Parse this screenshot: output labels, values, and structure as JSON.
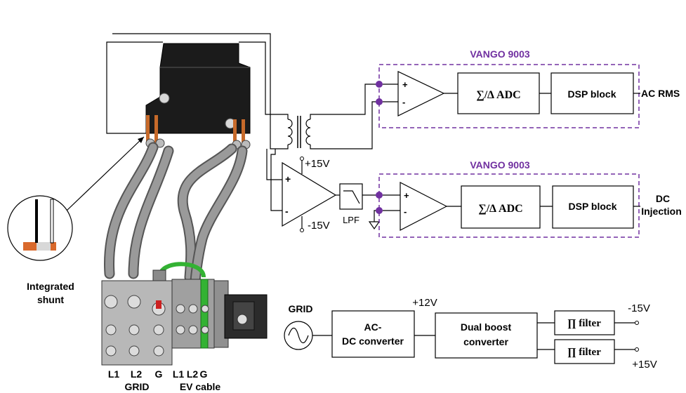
{
  "colors": {
    "vango_purple": "#7030a0",
    "node_purple": "#7030a0",
    "green_wire": "#33b233",
    "copper": "#d9692c",
    "connector_black": "#1a1a1a",
    "cable_gray": "#8c8c8c"
  },
  "shunt": {
    "label_line1": "Integrated",
    "label_line2": "shunt"
  },
  "terminals": {
    "grid_labels": [
      "L1",
      "L2",
      "G"
    ],
    "ev_labels": [
      "L1",
      "L2",
      "G"
    ],
    "grid_caption": "GRID",
    "ev_caption": "EV cable"
  },
  "top_chain": {
    "module_title": "VANGO 9003",
    "opamp_plus": "+",
    "opamp_minus": "-",
    "adc_label": "∑/∆ ADC",
    "dsp_label": "DSP block",
    "output_label": "AC RMS"
  },
  "bottom_chain": {
    "module_title": "VANGO 9003",
    "amp_supply_pos": "+15V",
    "amp_supply_neg": "-15V",
    "amp_plus": "+",
    "amp_minus": "-",
    "lpf_label": "LPF",
    "opamp_plus": "+",
    "opamp_minus": "-",
    "adc_label": "∑/∆ ADC",
    "dsp_label": "DSP block",
    "output_label_1": "DC",
    "output_label_2": "Injection"
  },
  "power": {
    "grid_label": "GRID",
    "acdc_line1": "AC-",
    "acdc_line2": "DC converter",
    "rail_label": "+12V",
    "boost_line1": "Dual boost",
    "boost_line2": "converter",
    "filter1_label": "∏ filter",
    "filter2_label": "∏ filter",
    "out_neg": "-15V",
    "out_pos": "+15V"
  }
}
